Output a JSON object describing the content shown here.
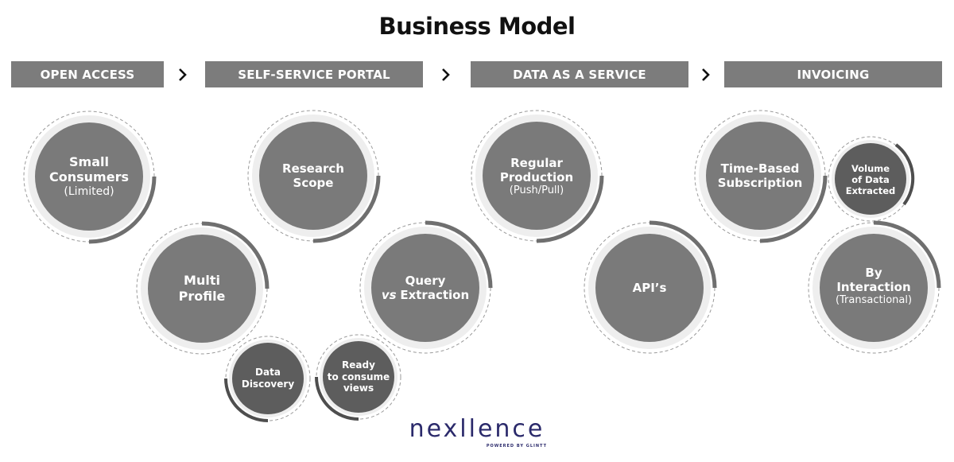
{
  "title": "Business Model",
  "phases": [
    {
      "label": "OPEN ACCESS"
    },
    {
      "label": "SELF-SERVICE PORTAL"
    },
    {
      "label": "DATA AS A SERVICE"
    },
    {
      "label": "INVOICING"
    }
  ],
  "nodes": {
    "small_consumers": {
      "line1": "Small",
      "line2": "Consumers",
      "sub": "(Limited)"
    },
    "multi_profile": {
      "line1": "Multi",
      "line2": "Profile"
    },
    "data_discovery": {
      "line1": "Data",
      "line2": "Discovery"
    },
    "ready_views": {
      "line1": "Ready",
      "line2": "to consume",
      "line3": "views"
    },
    "research_scope": {
      "line1": "Research",
      "line2": "Scope"
    },
    "query_extraction": {
      "line1": "Query",
      "line2_em": "vs",
      "line2": "Extraction"
    },
    "regular_production": {
      "line1": "Regular",
      "line2": "Production",
      "sub": "(Push/Pull)"
    },
    "apis": {
      "line1": "API’s"
    },
    "time_based": {
      "line1": "Time-Based",
      "line2": "Subscription"
    },
    "volume_extracted": {
      "line1": "Volume",
      "line2": "of Data",
      "line3": "Extracted"
    },
    "by_interaction": {
      "line1": "By",
      "line2": "Interaction",
      "sub": "(Transactional)"
    }
  },
  "colors": {
    "phase_bg": "#7c7c7c",
    "circle_fill": "#7a7a7a",
    "small_circle_fill": "#5d5d5d",
    "ring_bg": "#eeeeee",
    "arc": "#6f6f6f",
    "dashed": "#9a9a9a",
    "logo": "#2b2a6b"
  },
  "logo": {
    "word": "nexllence",
    "tagline": "POWERED BY GLINTT"
  }
}
